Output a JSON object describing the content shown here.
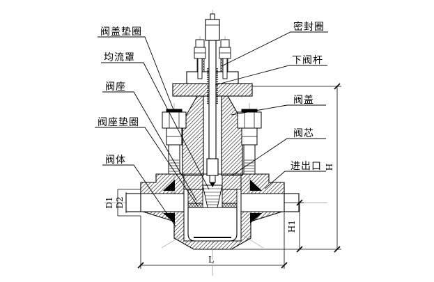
{
  "diagram_labels": {
    "bonnet_gasket": "阀盖垫圈",
    "flow_distributor": "均流罩",
    "valve_seat": "阀座",
    "seat_gasket": "阀座垫圈",
    "valve_body": "阀体",
    "seal_ring": "密封圈",
    "lower_stem": "下阀杆",
    "bonnet": "阀盖",
    "valve_core": "阀芯",
    "inlet_outlet": "进出口"
  },
  "dimension_labels": {
    "total_height": "H",
    "center_to_base_height": "H1",
    "body_length": "L",
    "port_outer_diameter": "D1",
    "port_bore_diameter": "D2"
  },
  "colors": {
    "line": "#000000",
    "centerline": "#999999",
    "background": "#ffffff"
  }
}
